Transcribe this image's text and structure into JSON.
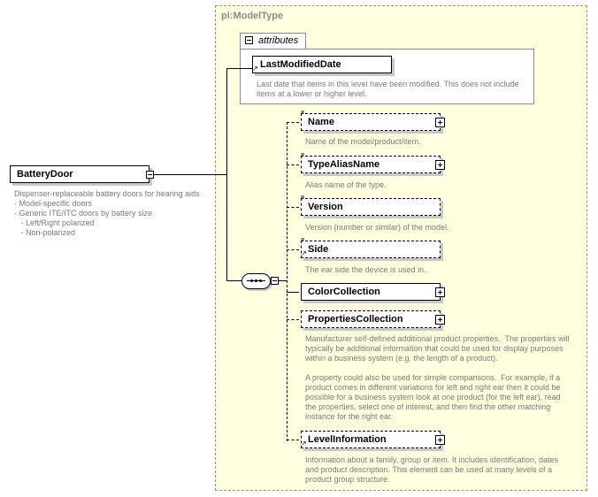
{
  "type_box": {
    "title": "pi:ModelType"
  },
  "attributes": {
    "tab_label": "attributes",
    "field": "LastModifiedDate",
    "desc": "Last date that items in this level have been modified. This does not include\nitems at a lower or higher level."
  },
  "root": {
    "label": "BatteryDoor",
    "desc": "Dispenser-replaceable battery doors for hearing aids\n· Model-specific doors\n· Generic ITE/ITC doors by battery size\n   - Left/Right polarized\n   - Non-polarized"
  },
  "elements": [
    {
      "label": "Name",
      "desc": "Name of the model/product/item."
    },
    {
      "label": "TypeAliasName",
      "desc": "Alias name of the type."
    },
    {
      "label": "Version",
      "desc": "Version (number or similar) of the model."
    },
    {
      "label": "Side",
      "desc": "The ear side the device is used in."
    },
    {
      "label": "ColorCollection",
      "desc": ""
    },
    {
      "label": "PropertiesCollection",
      "desc": "Manufacturer self-defined additional product properties.  The properties will\ntypically be additional information that could be used for display purposes\nwithin a business system (e.g. the length of a product).\n\nA property could also be used for simple comparisons.  For example, if a\nproduct comes in different variations for left and right ear then it could be\npossible for a business system look at one product (for the left ear), read\nthe properties, select one of interest, and then find the other matching\ninstance for the right ear."
    },
    {
      "label": "LevelInformation",
      "desc": "Information about a family, group or item. It includes identification, dates\nand product description. This element can be used at many levels of a\nproduct group structure."
    }
  ]
}
